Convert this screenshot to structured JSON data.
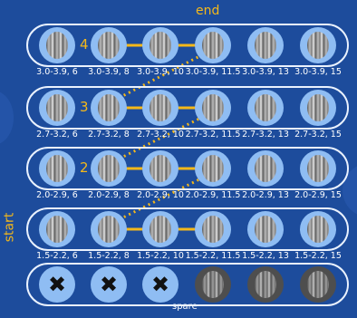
{
  "title_end": "end",
  "title_start": "start",
  "title_spare": "spare",
  "colors": {
    "background": "#1d4c9c",
    "accent": "#f4b81a",
    "slot": "#8fbdf3",
    "frame": "#eaf2ff"
  },
  "rows": [
    {
      "step": "4",
      "slots": [
        "3.0-3.9, 6",
        "3.0-3.9, 8",
        "3.0-3.9, 10",
        "3.0-3.9, 11.5",
        "3.0-3.9, 13",
        "3.0-3.9, 15"
      ]
    },
    {
      "step": "3",
      "slots": [
        "2.7-3.2, 6",
        "2.7-3.2, 8",
        "2.7-3.2, 10",
        "2.7-3.2, 11.5",
        "2.7-3.2, 13",
        "2.7-3.2, 15"
      ]
    },
    {
      "step": "2",
      "slots": [
        "2.0-2.9, 6",
        "2.0-2.9, 8",
        "2.0-2.9, 10",
        "2.0-2.9, 11.5",
        "2.0-2.9, 13",
        "2.0-2.9, 15"
      ]
    },
    {
      "step": "",
      "slots": [
        "1.5-2.2, 6",
        "1.5-2.2, 8",
        "1.5-2.2, 10",
        "1.5-2.2, 11.5",
        "1.5-2.2, 13",
        "1.5-2.2, 15"
      ]
    }
  ],
  "spare_slots": [
    {
      "state": "empty",
      "icon": "x-mark-icon",
      "mark": "✖"
    },
    {
      "state": "empty",
      "icon": "x-mark-icon",
      "mark": "✖"
    },
    {
      "state": "empty",
      "icon": "x-mark-icon",
      "mark": "✖"
    },
    {
      "state": "filled",
      "icon": "bolt-icon"
    },
    {
      "state": "filled",
      "icon": "bolt-icon"
    },
    {
      "state": "filled",
      "icon": "bolt-icon"
    }
  ]
}
